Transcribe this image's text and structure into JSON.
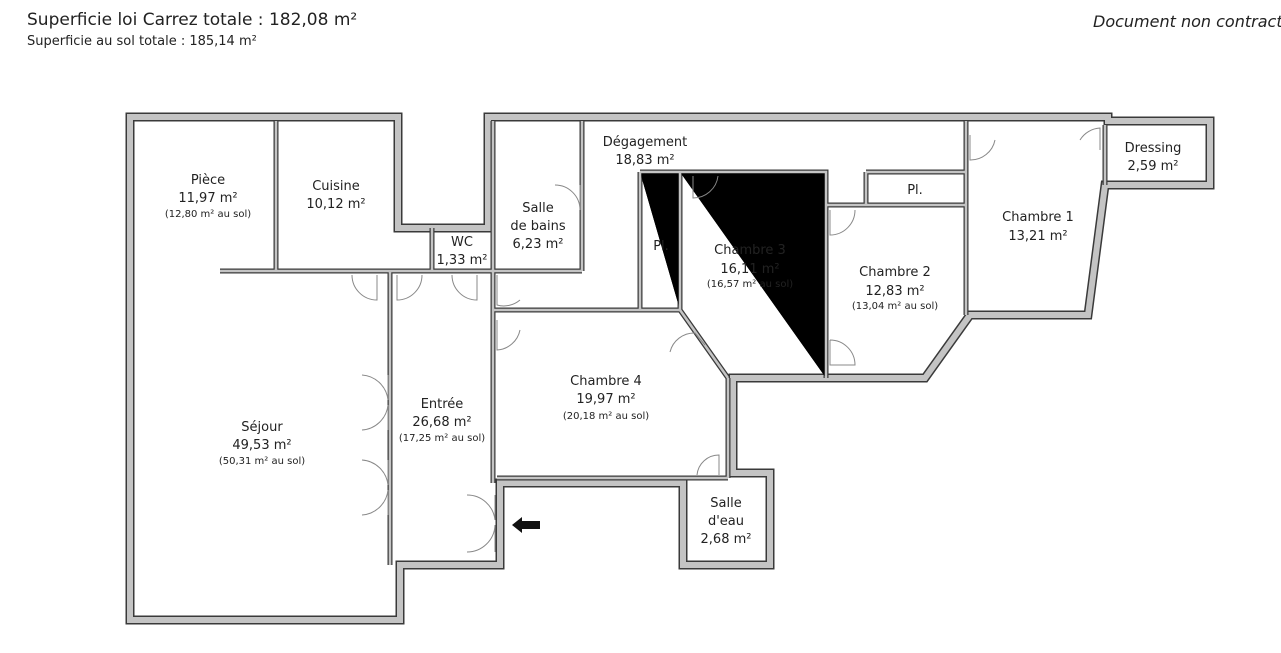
{
  "header": {
    "carrez_total": "Superficie loi Carrez totale :  182,08 m²",
    "sol_total": "Superficie au sol totale :  185,14 m²",
    "disclaimer": "Document non contractuel"
  },
  "rooms": [
    {
      "name": "Pièce",
      "area": "11,97 m²",
      "sol": "(12,80 m² au sol)"
    },
    {
      "name": "Cuisine",
      "area": "10,12 m²"
    },
    {
      "name": "WC",
      "area": "1,33 m²"
    },
    {
      "name": "Salle",
      "name2": "de bains",
      "area": "6,23 m²"
    },
    {
      "name": "Dégagement",
      "area": "18,83 m²"
    },
    {
      "name": "Pl."
    },
    {
      "name": "Chambre 3",
      "area": "16,11 m²",
      "sol": "(16,57 m² au sol)"
    },
    {
      "name": "Pl."
    },
    {
      "name": "Chambre 2",
      "area": "12,83 m²",
      "sol": "(13,04 m² au sol)"
    },
    {
      "name": "Chambre 1",
      "area": "13,21 m²"
    },
    {
      "name": "Dressing",
      "area": "2,59 m²"
    },
    {
      "name": "Chambre 4",
      "area": "19,97 m²",
      "sol": "(20,18 m² au sol)"
    },
    {
      "name": "Séjour",
      "area": "49,53 m²",
      "sol": "(50,31 m² au sol)"
    },
    {
      "name": "Entrée",
      "area": "26,68 m²",
      "sol": "(17,25 m² au sol)"
    },
    {
      "name": "Salle",
      "name2": "d'eau",
      "area": "2,68 m²"
    }
  ],
  "colors": {
    "wall": "#c4c4c4",
    "wall_outline": "#3a3a3a"
  }
}
